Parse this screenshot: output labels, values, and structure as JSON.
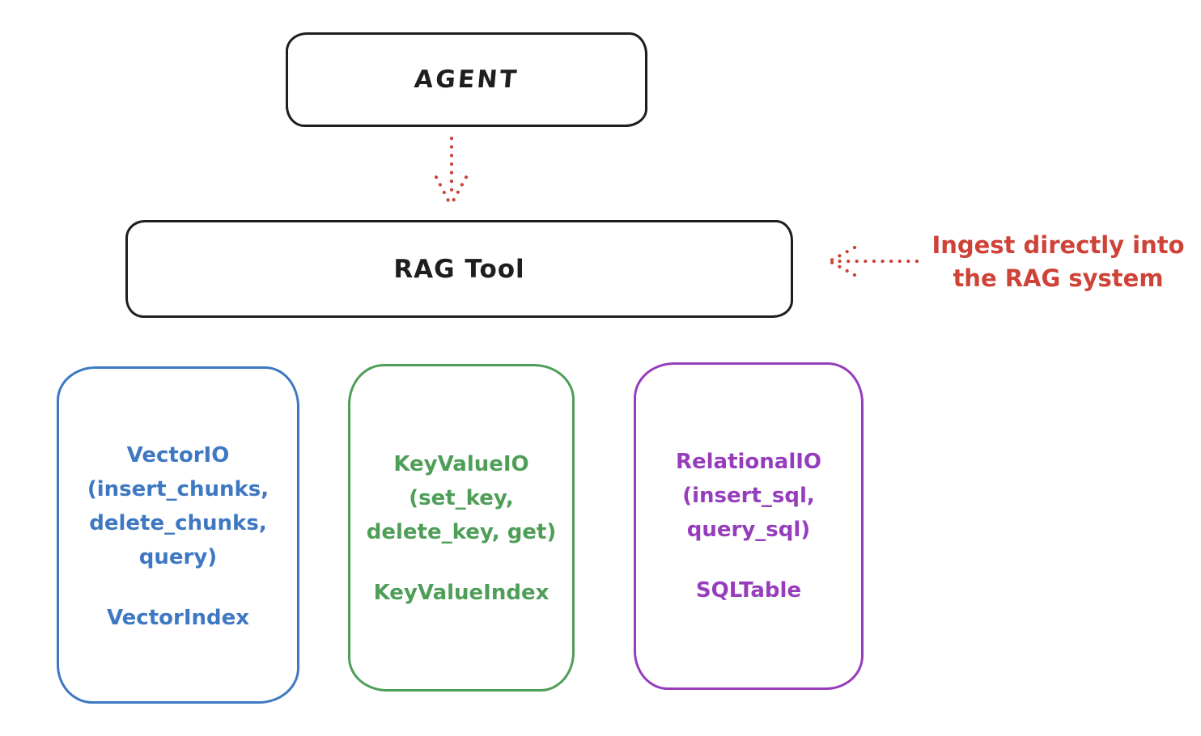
{
  "colors": {
    "ink": "#1e1e1e",
    "red": "#ce4238",
    "blue": "#3e78c2",
    "green": "#4f9e58",
    "purple": "#963dbd"
  },
  "agent": {
    "label": "AGENT"
  },
  "rag_tool": {
    "label": "RAG Tool"
  },
  "annotation": {
    "line1": "Ingest directly into",
    "line2": "the RAG system"
  },
  "backends": [
    {
      "title": "VectorIO",
      "lines": [
        "(insert_chunks,",
        "delete_chunks,",
        "query)"
      ],
      "index": "VectorIndex"
    },
    {
      "title": "KeyValueIO",
      "lines": [
        "(set_key,",
        "delete_key, get)"
      ],
      "index": "KeyValueIndex"
    },
    {
      "title": "RelationalIO",
      "lines": [
        "(insert_sql,",
        "query_sql)"
      ],
      "index": "SQLTable"
    }
  ]
}
